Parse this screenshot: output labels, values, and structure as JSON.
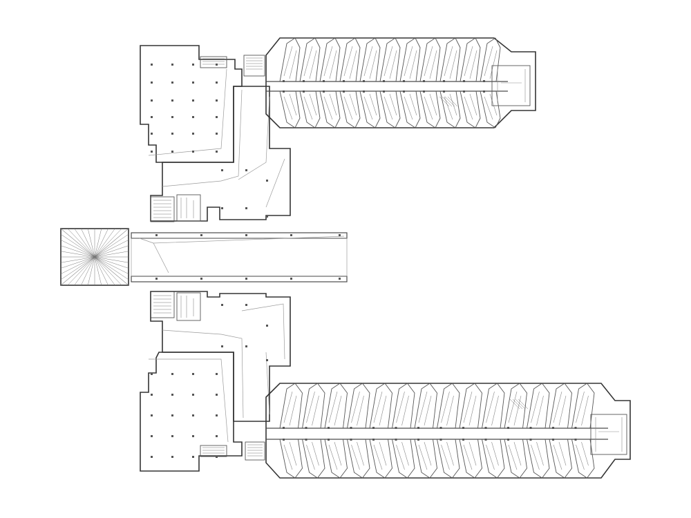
{
  "drawing": {
    "kind": "floor-plan",
    "line_color": "#4a4a4a",
    "background": "#ffffff",
    "north_wing": {
      "room_modules": 11
    },
    "south_wing": {
      "room_modules": 14
    }
  }
}
